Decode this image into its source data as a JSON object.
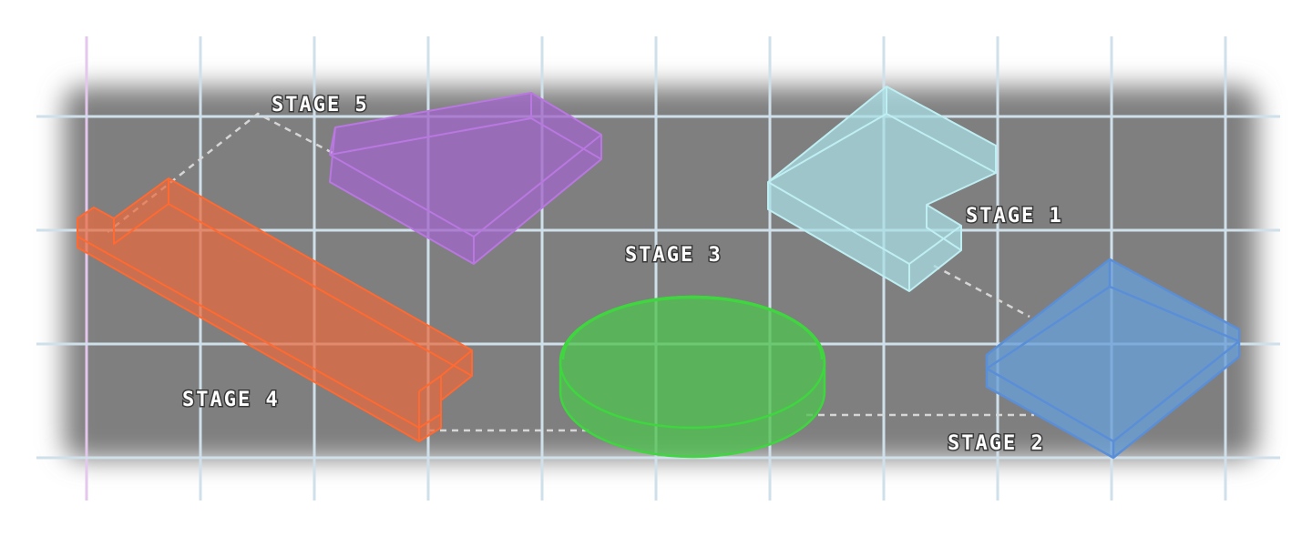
{
  "map": {
    "background_color": "#7f7f7f",
    "grid_color": "#cfe0ea",
    "path_color": "#d6d6d6"
  },
  "stages": [
    {
      "id": "stage-1",
      "label": "STAGE 1",
      "shape": "l-shaped-block",
      "color": "#a8dde3"
    },
    {
      "id": "stage-2",
      "label": "STAGE 2",
      "shape": "diamond-slab",
      "color": "#6a9fd6"
    },
    {
      "id": "stage-3",
      "label": "STAGE 3",
      "shape": "cylinder-disc",
      "color": "#4fc24f"
    },
    {
      "id": "stage-4",
      "label": "STAGE 4",
      "shape": "long-l-block",
      "color": "#e86a3e"
    },
    {
      "id": "stage-5",
      "label": "STAGE 5",
      "shape": "wedge-block",
      "color": "#a066c8"
    }
  ]
}
